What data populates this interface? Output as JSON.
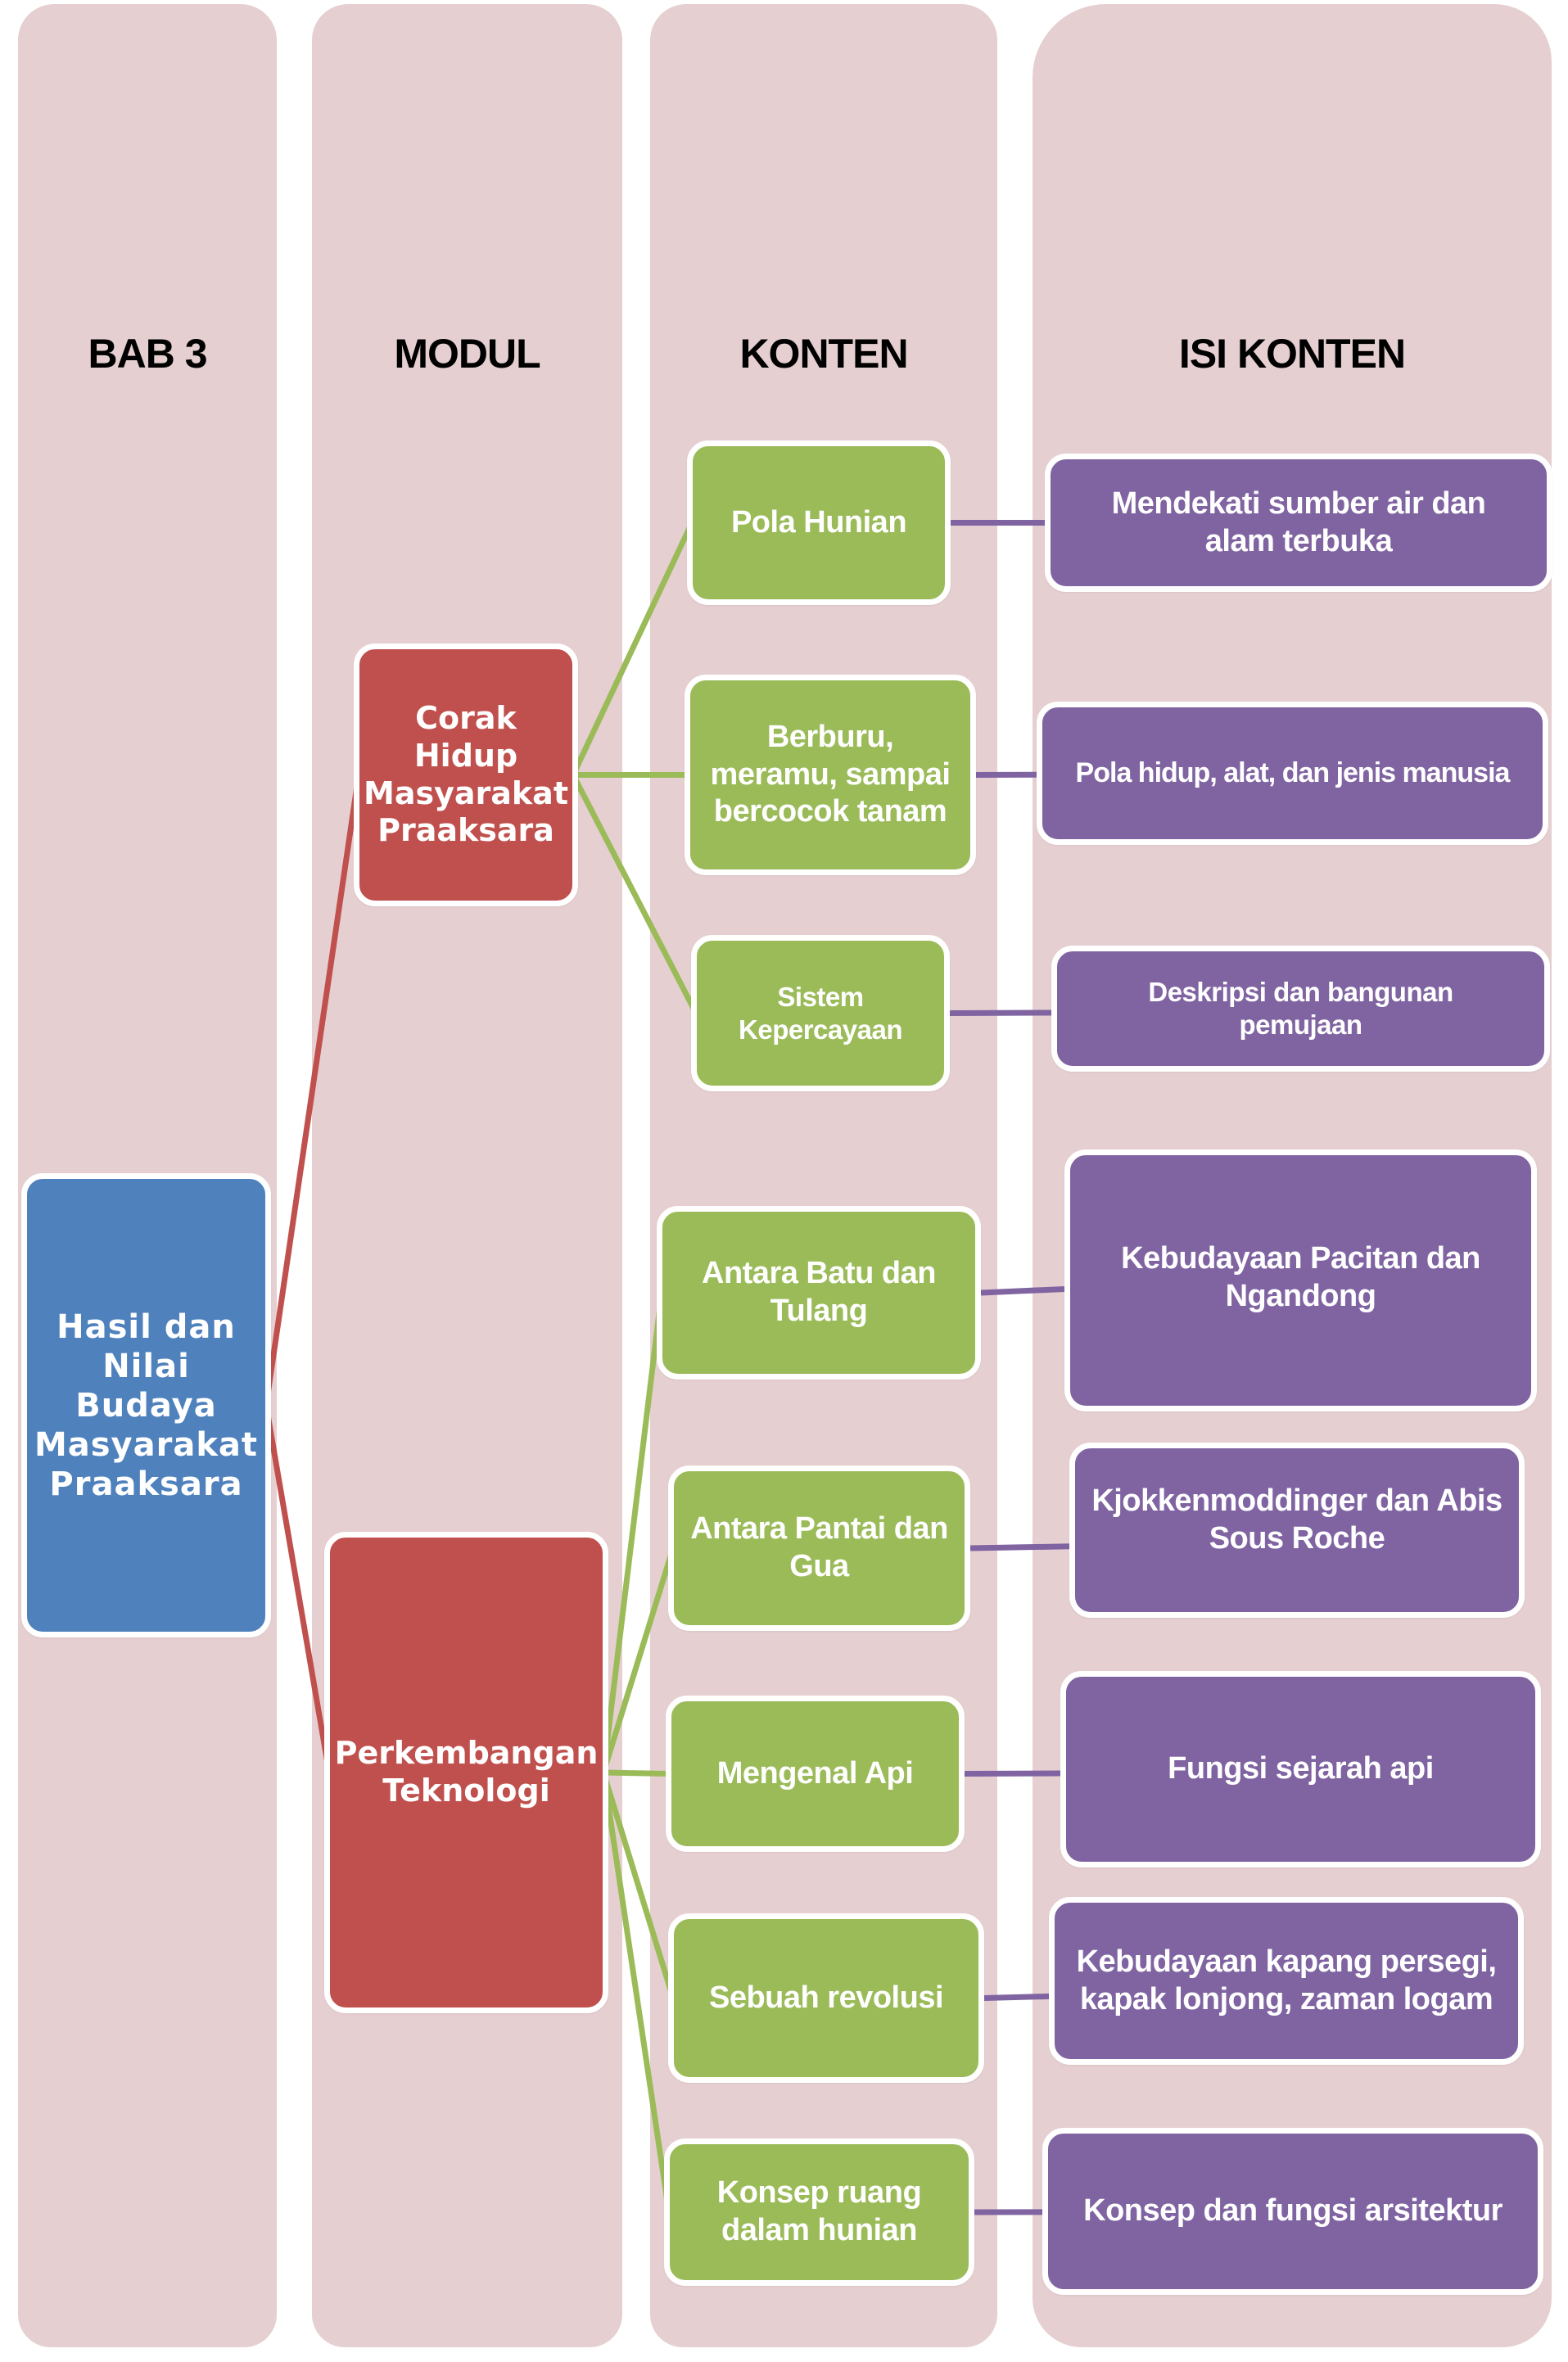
{
  "headers": [
    "BAB 3",
    "MODUL",
    "KONTEN",
    "ISI KONTEN"
  ],
  "colors": {
    "column_bg": "#E6CFD0",
    "root": "#4F81BD",
    "modul": "#C0504D",
    "konten": "#9BBB59",
    "isi": "#8064A2",
    "text": "#FFFFFF"
  },
  "root": {
    "label": "Hasil dan\nNilai Budaya\nMasyarakat\nPraaksara"
  },
  "modules": [
    {
      "label": "Corak Hidup\nMasyarakat\nPraaksara",
      "contents": [
        {
          "label": "Pola Hunian",
          "detail": "Mendekati sumber air dan\nalam terbuka"
        },
        {
          "label": "Berburu,\nmeramu, sampai\nbercocok tanam",
          "detail": "Pola hidup, alat, dan jenis manusia"
        },
        {
          "label": "Sistem\nKepercayaan",
          "detail": "Deskripsi dan bangunan\npemujaan"
        }
      ]
    },
    {
      "label": "Perkembangan\nTeknologi",
      "contents": [
        {
          "label": "Antara Batu dan\nTulang",
          "detail": "Kebudayaan Pacitan dan\nNgandong"
        },
        {
          "label": "Antara Pantai dan\nGua",
          "detail": "Kjokkenmoddinger dan Abis\nSous Roche"
        },
        {
          "label": "Mengenal Api",
          "detail": "Fungsi sejarah api"
        },
        {
          "label": "Sebuah revolusi",
          "detail": "Kebudayaan kapang persegi,\nkapak lonjong, zaman logam"
        },
        {
          "label": "Konsep ruang\ndalam hunian",
          "detail": "Konsep dan fungsi arsitektur"
        }
      ]
    }
  ]
}
